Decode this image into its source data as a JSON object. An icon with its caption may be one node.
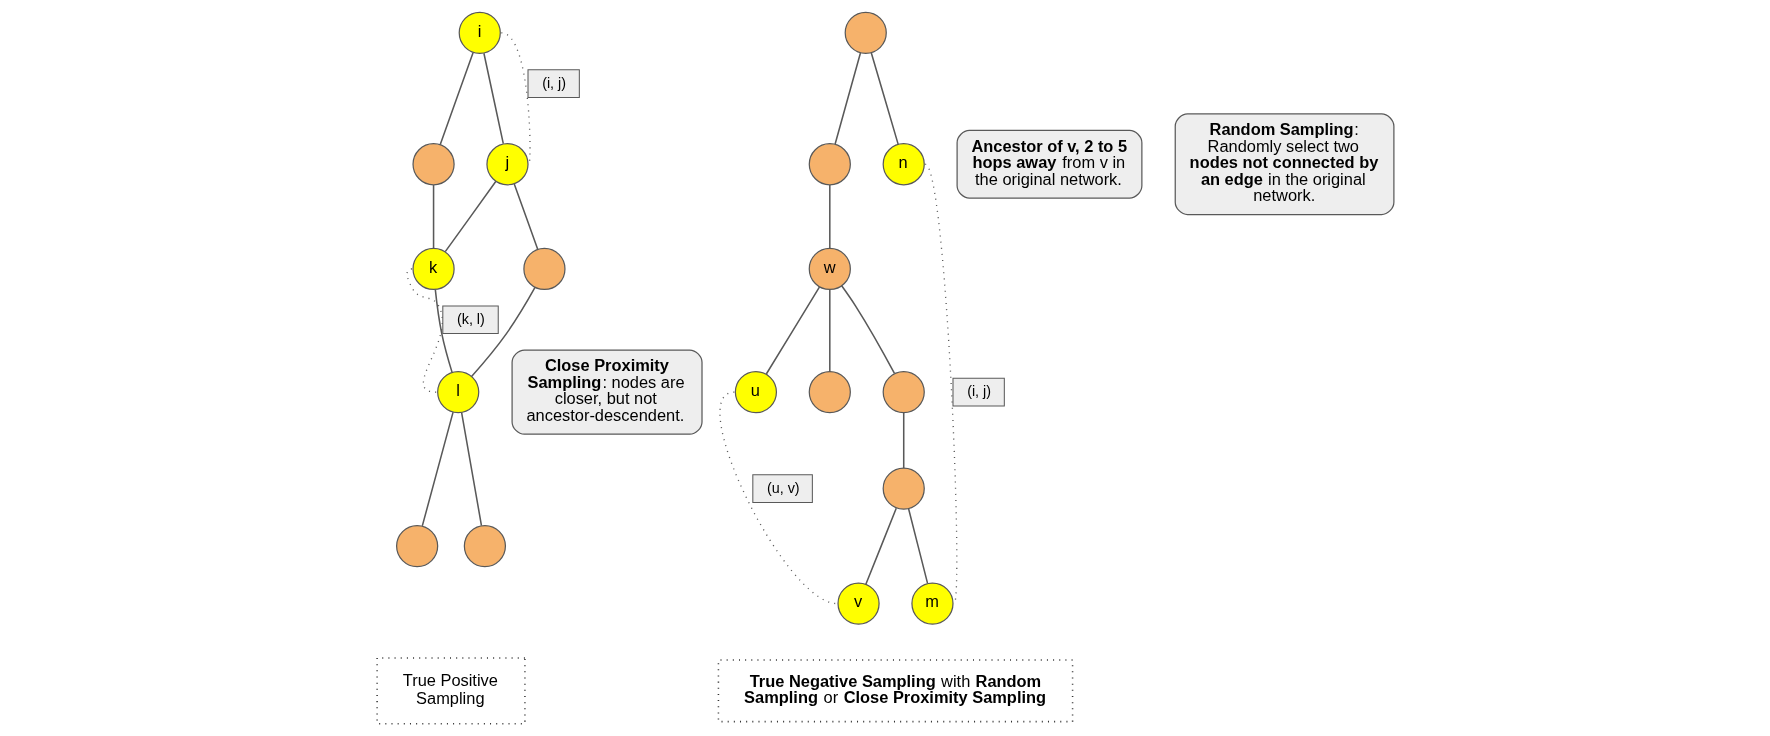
{
  "diagram": {
    "nodes": [
      {
        "text": [
          "i"
        ]
      },
      {
        "text": [],
        "shape": "circle"
      },
      {
        "text": [
          "j"
        ]
      },
      {
        "text": [
          "k"
        ]
      },
      {
        "text": [],
        "shape": "circle"
      },
      {
        "text": [
          "l"
        ]
      },
      {
        "text": [],
        "shape": "circle"
      },
      {
        "text": [],
        "shape": "circle"
      },
      {
        "text": [],
        "shape": "circle"
      },
      {
        "text": [],
        "shape": "circle"
      },
      {
        "text": [
          "n"
        ]
      },
      {
        "text": [
          "w"
        ]
      },
      {
        "text": [
          "u"
        ]
      },
      {
        "text": [],
        "shape": "circle"
      },
      {
        "text": [],
        "shape": "circle"
      },
      {
        "text": [],
        "shape": "circle"
      },
      {
        "text": [
          "v"
        ]
      },
      {
        "text": [
          "m"
        ]
      },
      {
        "text": [
          "**Ancestor of v, 2 to 5 hops away** from v in the original network."
        ]
      },
      {
        "text": [
          "**Close Proximity Sampling**: nodes are closer, but not ancestor-descendent."
        ]
      },
      {
        "text": [
          "**Random Sampling**: Randomly select two **nodes not connected by an edge** in the original network."
        ]
      },
      {
        "text": [
          "True Positive Sampling"
        ]
      },
      {
        "text": [
          "**True Negative Sampling** with **Random Sampling** or **Close Proximity Sampling**"
        ]
      }
    ],
    "edges": [
      {
        "from": 0,
        "to": 1,
        "arrow": "none"
      },
      {
        "from": 0,
        "to": 2,
        "arrow": "none"
      },
      {
        "from": 1,
        "to": 3,
        "arrow": "none"
      },
      {
        "from": 2,
        "to": 3,
        "arrow": "none"
      },
      {
        "from": 2,
        "to": 4,
        "arrow": "none"
      },
      {
        "from": 3,
        "to": 5,
        "arrow": "none"
      },
      {
        "from": 4,
        "to": 5,
        "arrow": "none"
      },
      {
        "from": 5,
        "to": 6,
        "arrow": "none"
      },
      {
        "from": 5,
        "to": 7,
        "arrow": "none"
      },
      {
        "from": 0,
        "to": 2,
        "arrow": "none",
        "label": "(i, j)",
        "style": "dashed"
      },
      {
        "from": 3,
        "to": 5,
        "arrow": "none",
        "label": "(k, l)",
        "style": "dashed"
      },
      {
        "from": 8,
        "to": 9,
        "arrow": "none"
      },
      {
        "from": 8,
        "to": 10,
        "arrow": "none"
      },
      {
        "from": 9,
        "to": 11,
        "arrow": "none"
      },
      {
        "from": 11,
        "to": 12,
        "arrow": "none"
      },
      {
        "from": 11,
        "to": 14,
        "arrow": "none"
      },
      {
        "from": 11,
        "to": 13,
        "arrow": "none"
      },
      {
        "from": 14,
        "to": 15,
        "arrow": "none"
      },
      {
        "from": 15,
        "to": 16,
        "arrow": "none"
      },
      {
        "from": 15,
        "to": 17,
        "arrow": "none"
      },
      {
        "from": 12,
        "to": 16,
        "arrow": "none",
        "label": "(u, v)",
        "style": "dashed"
      },
      {
        "from": 10,
        "to": 17,
        "arrow": "none",
        "label": "(i, j)",
        "style": "dashed"
      }
    ]
  }
}
